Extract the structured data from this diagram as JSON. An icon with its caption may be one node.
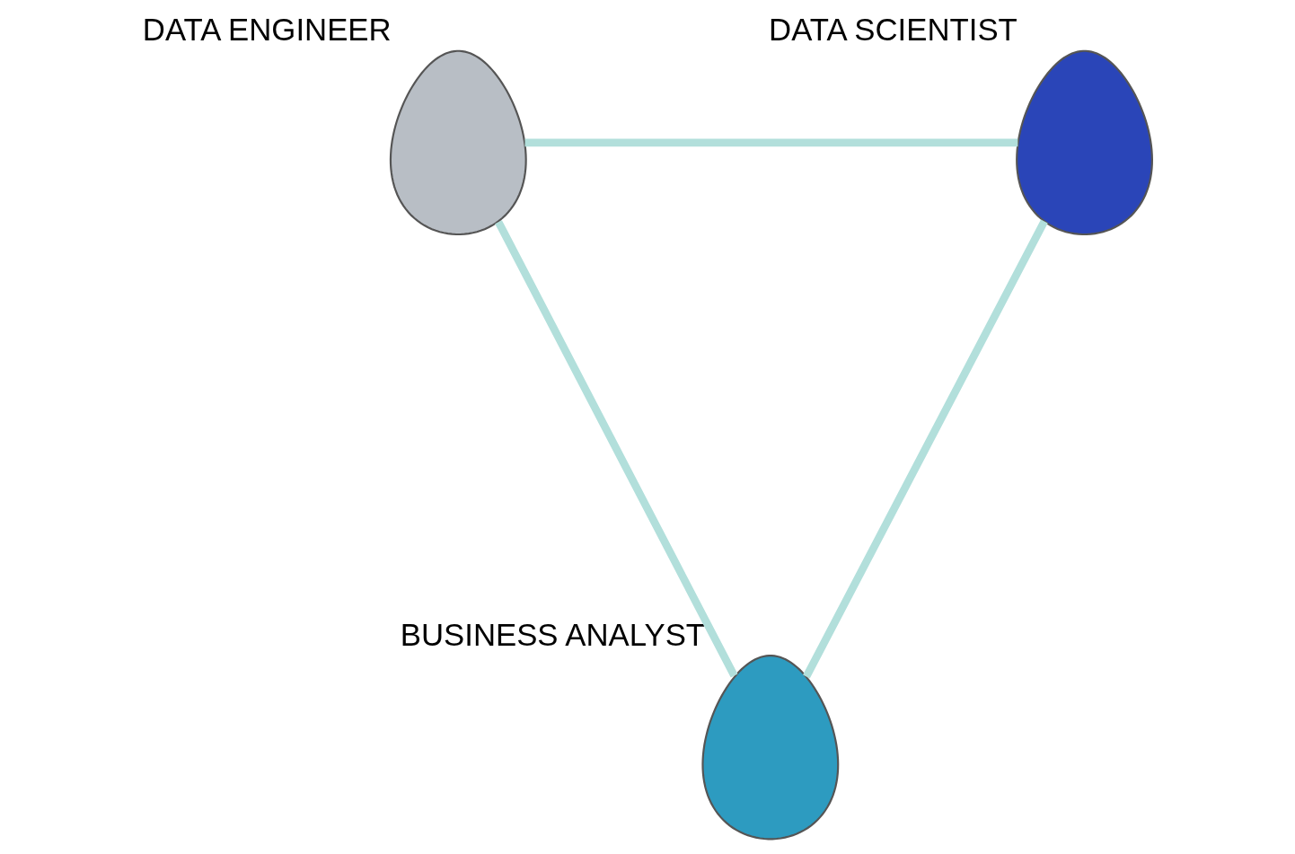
{
  "diagram": {
    "nodes": [
      {
        "text": [],
        "shape": "person",
        "beside": [
          "DATA ENGINEER"
        ]
      },
      {
        "text": [],
        "shape": "person",
        "beside": [
          "DATA SCIENTIST"
        ]
      },
      {
        "text": [],
        "shape": "person",
        "beside": [
          "BUSINESS ANALYST"
        ]
      }
    ],
    "edges": [
      {
        "from": 0,
        "to": 1,
        "arrow": "none"
      },
      {
        "from": 0,
        "to": 2,
        "arrow": "none"
      },
      {
        "from": 1,
        "to": 2,
        "arrow": "none"
      }
    ]
  }
}
